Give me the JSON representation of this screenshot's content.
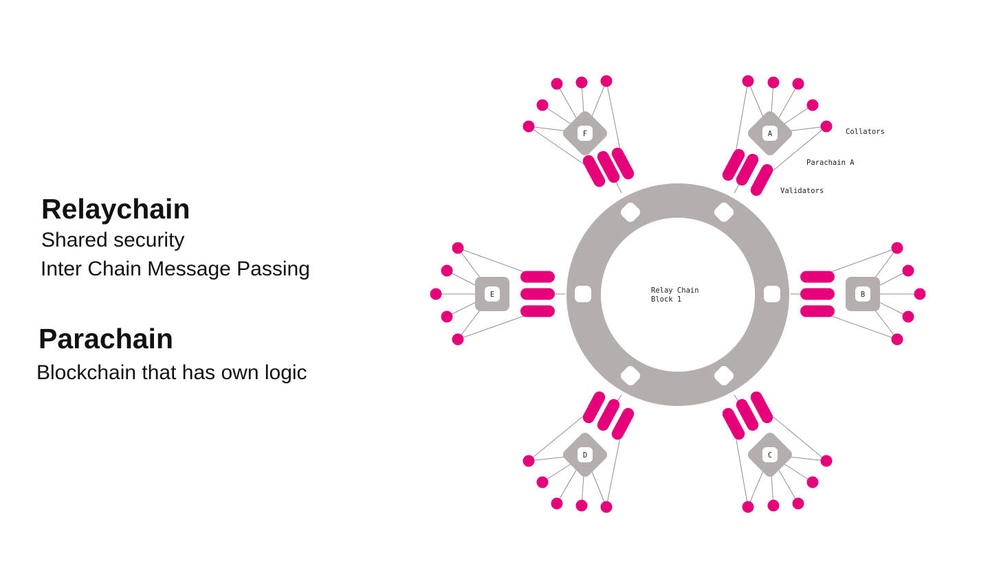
{
  "left_panel": {
    "relaychain": {
      "heading": "Relaychain",
      "lines": [
        "Shared security",
        "Inter Chain Message Passing"
      ]
    },
    "parachain": {
      "heading": "Parachain",
      "lines": [
        "Blockchain that has own logic"
      ]
    }
  },
  "diagram": {
    "relay_label": [
      "Relay Chain",
      "Block 1"
    ],
    "annotations": {
      "collators": "Collators",
      "parachain": "Parachain A",
      "validators": "Validators"
    },
    "parachains": [
      {
        "id": "F",
        "label": "F"
      },
      {
        "id": "A",
        "label": "A"
      },
      {
        "id": "E",
        "label": "E"
      },
      {
        "id": "B",
        "label": "B"
      },
      {
        "id": "D",
        "label": "D"
      },
      {
        "id": "C",
        "label": "C"
      }
    ],
    "colors": {
      "accent": "#e6007a",
      "ring": "#b4aeac",
      "line": "#8f8f8f",
      "background": "#ffffff"
    }
  }
}
